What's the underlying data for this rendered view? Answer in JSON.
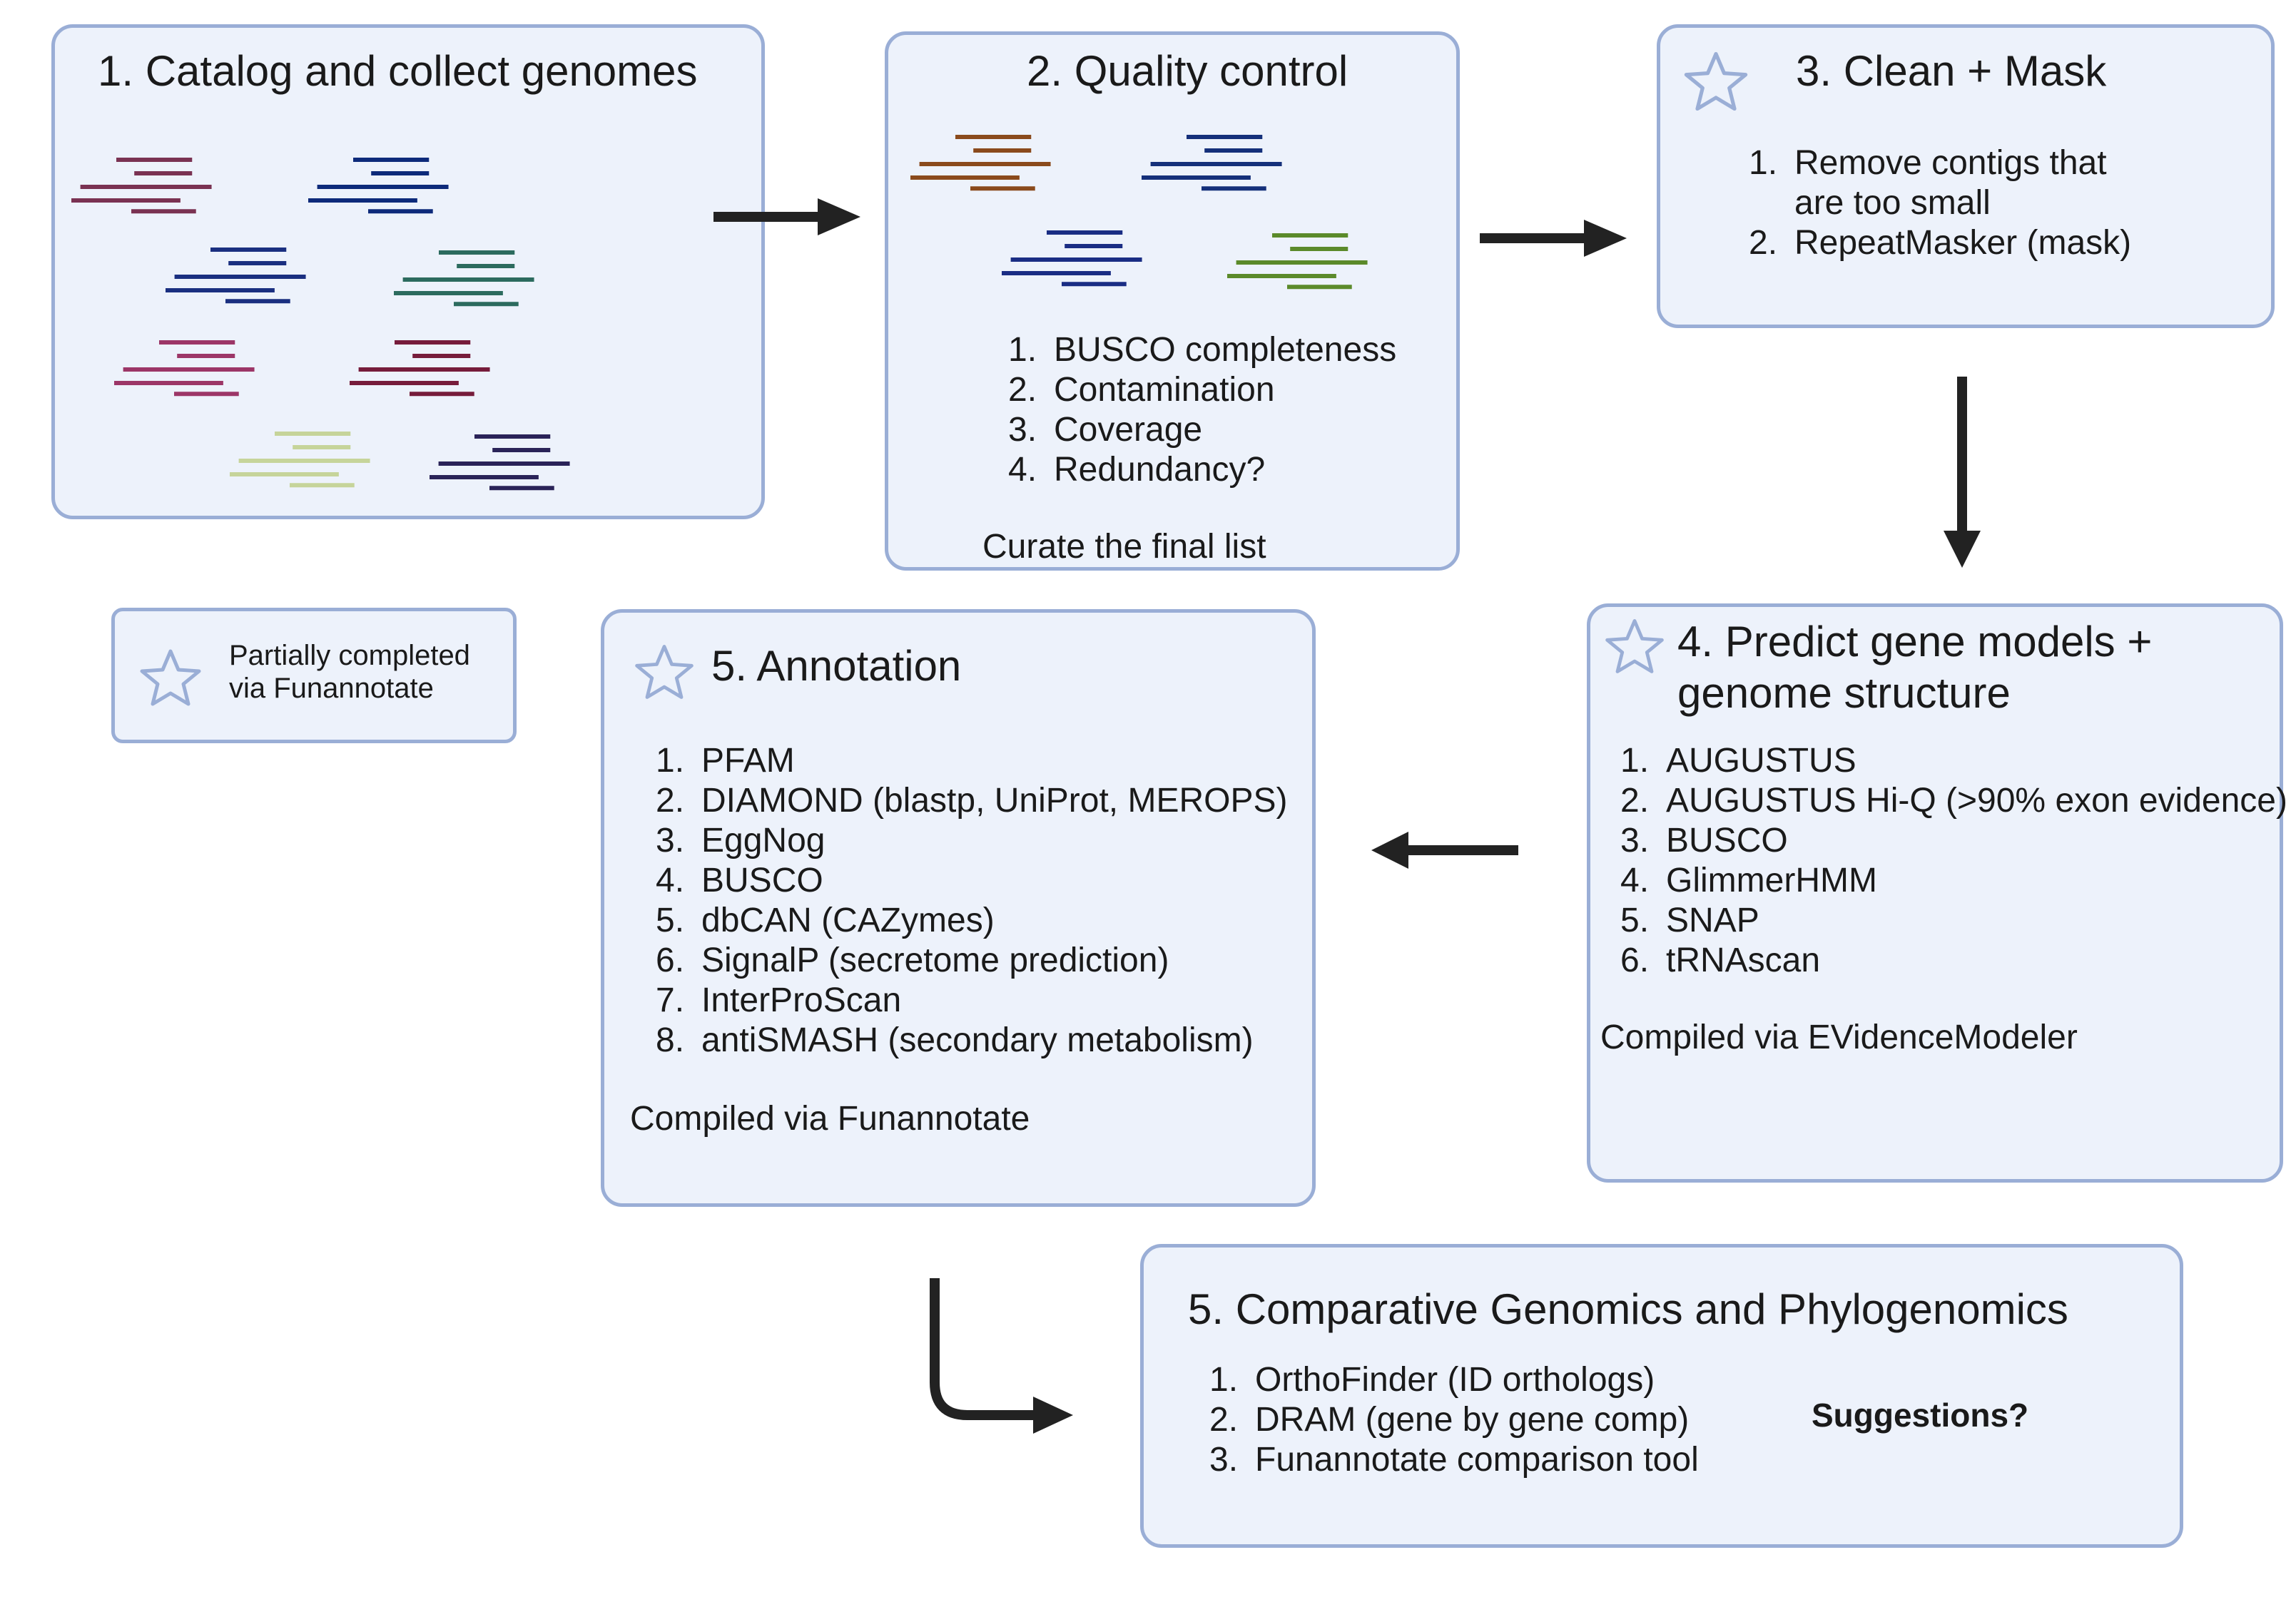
{
  "colors": {
    "box_fill": "#edf2fb",
    "box_border": "#9aaed6",
    "arrow": "#222222",
    "star": "#9aaed6"
  },
  "step1": {
    "title": "1.  Catalog and collect genomes",
    "genome_colors": [
      "#7a3252",
      "#0d2a7a",
      "#1a2f80",
      "#2c6b5e",
      "#9c3667",
      "#761c3b",
      "#c6d49a",
      "#2a2358"
    ]
  },
  "step2": {
    "title": "2. Quality control",
    "genome_colors": [
      "#8a4a1c",
      "#15307a",
      "#1a2d84",
      "#5b8a2a"
    ],
    "items": [
      {
        "num": "1.",
        "text": "BUSCO completeness"
      },
      {
        "num": "2.",
        "text": "Contamination"
      },
      {
        "num": "3.",
        "text": "Coverage"
      },
      {
        "num": "4.",
        "text": "Redundancy?"
      }
    ],
    "note": "Curate the final list"
  },
  "step3": {
    "title": "3. Clean + Mask",
    "items": [
      {
        "num": "1.",
        "text": "Remove contigs that"
      },
      {
        "num": "",
        "text": "are too small"
      },
      {
        "num": "2.",
        "text": "RepeatMasker (mask)"
      }
    ],
    "star_icon": "star-outline"
  },
  "step4": {
    "title_line1": "4. Predict gene models +",
    "title_line2": "genome structure",
    "items": [
      {
        "num": "1.",
        "text": "AUGUSTUS"
      },
      {
        "num": "2.",
        "text": "AUGUSTUS Hi-Q (>90% exon evidence)"
      },
      {
        "num": "3.",
        "text": "BUSCO"
      },
      {
        "num": "4.",
        "text": "GlimmerHMM"
      },
      {
        "num": "5.",
        "text": "SNAP"
      },
      {
        "num": "6.",
        "text": "tRNAscan"
      }
    ],
    "note": "Compiled via EVidenceModeler",
    "star_icon": "star-outline"
  },
  "step5": {
    "title": "5. Annotation",
    "items": [
      {
        "num": "1.",
        "text": "PFAM"
      },
      {
        "num": "2.",
        "text": "DIAMOND (blastp, UniProt, MEROPS)"
      },
      {
        "num": "3.",
        "text": "EggNog"
      },
      {
        "num": "4.",
        "text": "BUSCO"
      },
      {
        "num": "5.",
        "text": "dbCAN (CAZymes)"
      },
      {
        "num": "6.",
        "text": "SignalP (secretome prediction)"
      },
      {
        "num": "7.",
        "text": "InterProScan"
      },
      {
        "num": "8.",
        "text": "antiSMASH (secondary metabolism)"
      }
    ],
    "note": "Compiled via Funannotate",
    "star_icon": "star-outline"
  },
  "step6": {
    "title": "5. Comparative Genomics and Phylogenomics",
    "items": [
      {
        "num": "1.",
        "text": "OrthoFinder (ID orthologs)"
      },
      {
        "num": "2.",
        "text": "DRAM (gene by gene comp)"
      },
      {
        "num": "3.",
        "text": "Funannotate comparison tool"
      }
    ],
    "suggestions": "Suggestions?"
  },
  "legend": {
    "line1": "Partially completed",
    "line2": "via Funannotate",
    "star_icon": "star-outline"
  }
}
